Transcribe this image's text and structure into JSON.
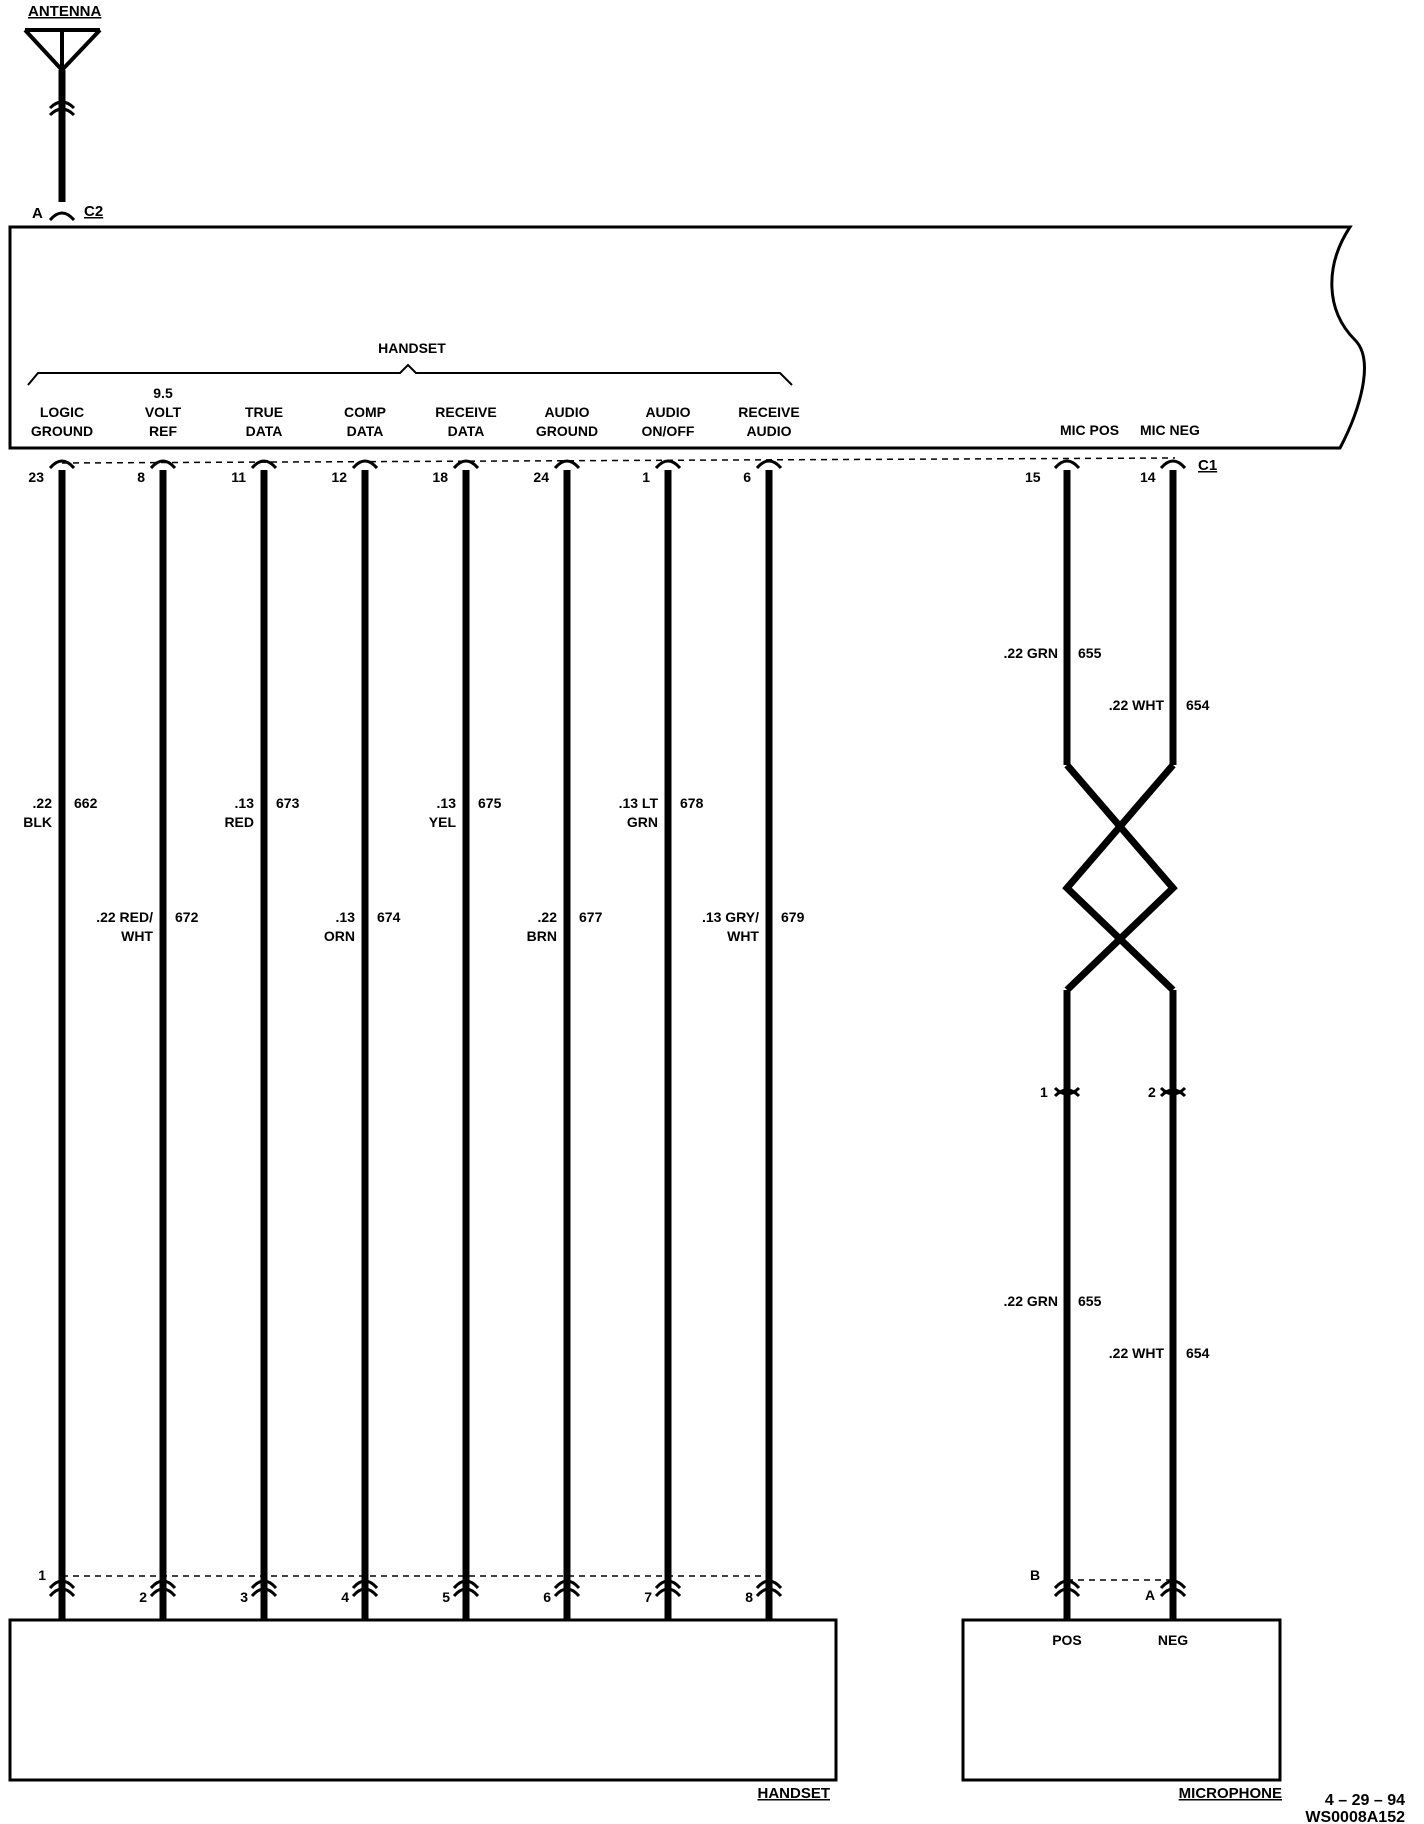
{
  "antenna": {
    "label": "ANTENNA",
    "pin": "A",
    "connector": "C2"
  },
  "module": {
    "bracket_label": "HANDSET",
    "connector": "C1",
    "terminals": [
      {
        "name": "logic-ground",
        "label": [
          "LOGIC",
          "GROUND"
        ],
        "pin": "23",
        "wire": [
          ".22",
          "BLK"
        ],
        "circuit": "662",
        "bottom_pin": "1"
      },
      {
        "name": "volt-ref",
        "label": [
          "9.5",
          "VOLT",
          "REF"
        ],
        "pin": "8",
        "wire": [
          ".22 RED/",
          "WHT"
        ],
        "circuit": "672",
        "bottom_pin": "2"
      },
      {
        "name": "true-data",
        "label": [
          "TRUE",
          "DATA"
        ],
        "pin": "11",
        "wire": [
          ".13",
          "RED"
        ],
        "circuit": "673",
        "bottom_pin": "3"
      },
      {
        "name": "comp-data",
        "label": [
          "COMP",
          "DATA"
        ],
        "pin": "12",
        "wire": [
          ".13",
          "ORN"
        ],
        "circuit": "674",
        "bottom_pin": "4"
      },
      {
        "name": "receive-data",
        "label": [
          "RECEIVE",
          "DATA"
        ],
        "pin": "18",
        "wire": [
          ".13",
          "YEL"
        ],
        "circuit": "675",
        "bottom_pin": "5"
      },
      {
        "name": "audio-ground",
        "label": [
          "AUDIO",
          "GROUND"
        ],
        "pin": "24",
        "wire": [
          ".22",
          "BRN"
        ],
        "circuit": "677",
        "bottom_pin": "6"
      },
      {
        "name": "audio-on-off",
        "label": [
          "AUDIO",
          "ON/OFF"
        ],
        "pin": "1",
        "wire": [
          ".13 LT",
          "GRN"
        ],
        "circuit": "678",
        "bottom_pin": "7"
      },
      {
        "name": "receive-audio",
        "label": [
          "RECEIVE",
          "AUDIO"
        ],
        "pin": "6",
        "wire": [
          ".13 GRY/",
          "WHT"
        ],
        "circuit": "679",
        "bottom_pin": "8"
      }
    ],
    "mic_pos": {
      "label": "MIC POS",
      "pin": "15"
    },
    "mic_neg": {
      "label": "MIC NEG",
      "pin": "14"
    }
  },
  "mic_wires": {
    "pos_upper": {
      "wire": ".22  GRN",
      "circuit": "655"
    },
    "neg_upper": {
      "wire": ".22 WHT",
      "circuit": "654"
    },
    "pos_inline_pin": "1",
    "neg_inline_pin": "2",
    "pos_lower": {
      "wire": ".22  GRN",
      "circuit": "655"
    },
    "neg_lower": {
      "wire": ".22 WHT",
      "circuit": "654"
    }
  },
  "handset_box": {
    "label": "HANDSET"
  },
  "microphone_box": {
    "label": "MICROPHONE",
    "pin_b": "B",
    "pin_a": "A",
    "pos": "POS",
    "neg": "NEG"
  },
  "footer": {
    "date": "4 – 29 – 94",
    "code": "WS0008A152"
  }
}
